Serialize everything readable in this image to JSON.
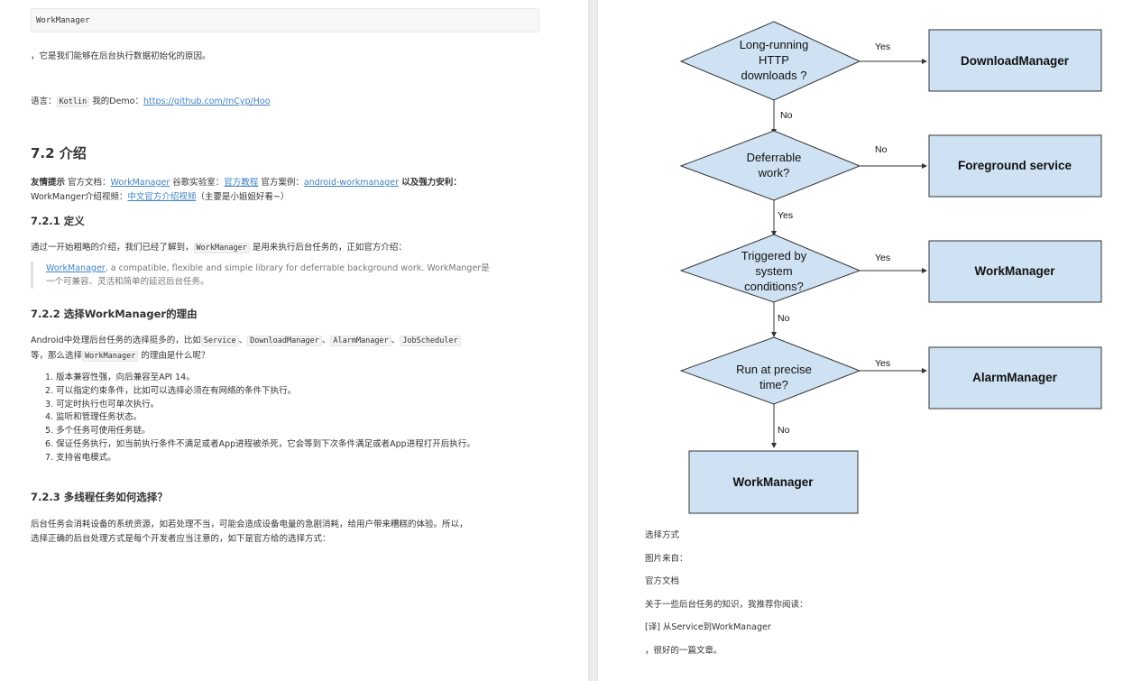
{
  "left": {
    "code_block": "WorkManager",
    "para1": "，它是我们能够在后台执行数据初始化的原因。",
    "lang_line": {
      "prefix": "语言：",
      "lang_code": "Kotlin",
      "demo_label": " 我的Demo：",
      "demo_link": "https://github.com/mCyp/Hoo"
    },
    "h2": "7.2 介绍",
    "tips": {
      "label": "友情提示",
      "doc_label": " 官方文档：",
      "doc_link": "WorkManager",
      "lab_label": " 谷歌实验室：",
      "lab_link": "官方教程",
      "case_label": " 官方案例：",
      "case_link": "android-workmanager",
      "tail_bold": " 以及强力安利：",
      "video_label": "WorkManger介绍视频：",
      "video_link": "中文官方介绍视频",
      "video_tail": "（主要是小姐姐好看~）"
    },
    "h3_1": "7.2.1 定义",
    "def_para": {
      "a": "通过一开始粗略的介绍，我们已经了解到，",
      "code": "WorkManager",
      "b": " 是用来执行后台任务的，正如官方介绍："
    },
    "quote": {
      "link": "WorkManager",
      "line1_rest": ", a compatible, flexible and simple library for deferrable background work. WorkManger是",
      "line2": "一个可兼容、灵活和简单的延迟后台任务。"
    },
    "h3_2": "7.2.2 选择WorkManager的理由",
    "reason_para": {
      "a": "Android中处理后台任务的选择挺多的，比如",
      "c1": "Service",
      "sep1": "、",
      "c2": "DownloadManager",
      "sep2": "、",
      "c3": "AlarmManager",
      "sep3": "、",
      "c4": "JobScheduler",
      "b": "等，那么选择",
      "c5": "WorkManager",
      "c": " 的理由是什么呢？"
    },
    "reasons": [
      "1. 版本兼容性强，向后兼容至API 14。",
      "2. 可以指定约束条件，比如可以选择必须在有网络的条件下执行。",
      "3. 可定时执行也可单次执行。",
      "4. 监听和管理任务状态。",
      "5. 多个任务可使用任务链。",
      "6. 保证任务执行，如当前执行条件不满足或者App进程被杀死，它会等到下次条件满足或者App进程打开后执行。",
      "7. 支持省电模式。"
    ],
    "h3_3": "7.2.3 多线程任务如何选择？",
    "multi_para": {
      "line1": "后台任务会消耗设备的系统资源，如若处理不当，可能会造成设备电量的急剧消耗，给用户带来糟糕的体验。所以，",
      "line2": "选择正确的后台处理方式是每个开发者应当注意的，如下是官方给的选择方式："
    }
  },
  "flowchart": {
    "d1": [
      "Long-running",
      "HTTP",
      "downloads ?"
    ],
    "d2": [
      "Deferrable",
      "work?"
    ],
    "d3": [
      "Triggered by",
      "system",
      "conditions?"
    ],
    "d4": [
      "Run at precise",
      "time?"
    ],
    "b1": "DownloadManager",
    "b2": "Foreground service",
    "b3": "WorkManager",
    "b4": "AlarmManager",
    "b5": "WorkManager",
    "e1": "Yes",
    "e2": "No",
    "e3": "No",
    "e4": "Yes",
    "e5": "Yes",
    "e6": "No",
    "e7": "Yes",
    "e8": "No",
    "colors": {
      "fill": "#cfe2f3",
      "stroke": "#333333"
    }
  },
  "right": {
    "lines": [
      "选择方式",
      "图片来自：",
      "官方文档",
      "关于一些后台任务的知识，我推荐你阅读：",
      "[译] 从Service到WorkManager",
      "，很好的一篇文章。"
    ]
  }
}
